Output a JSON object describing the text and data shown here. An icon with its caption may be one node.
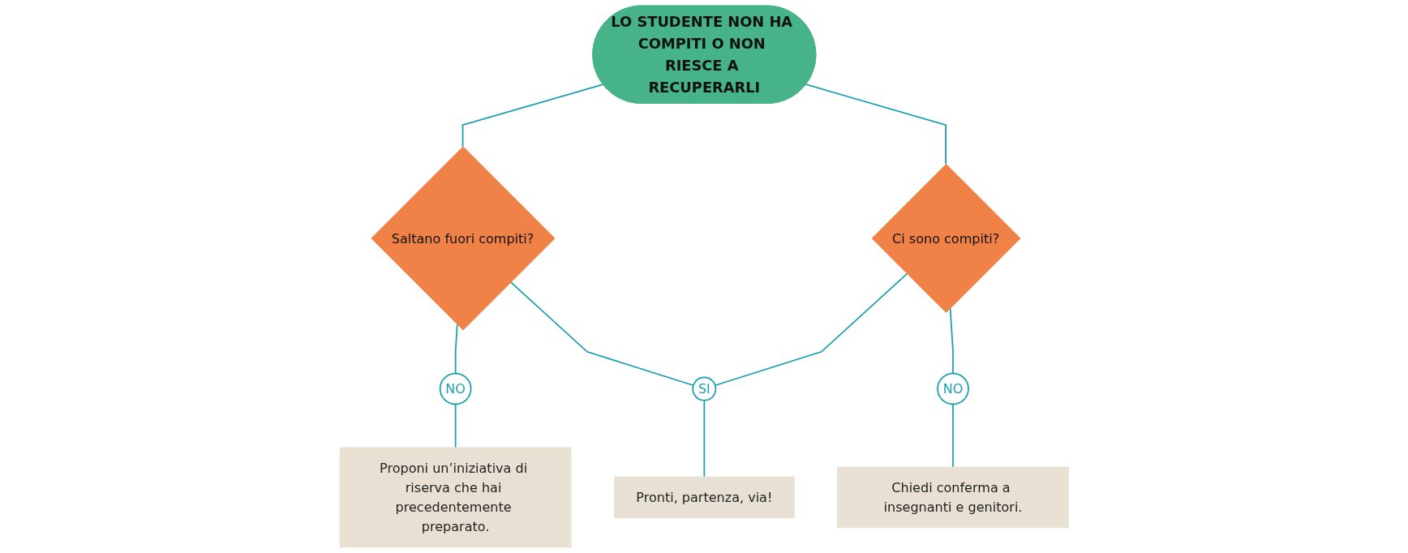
{
  "diagram": {
    "nodes": [
      {
        "text": [
          "LO STUDENTE NON HA COMPITI O NON RIESCE A RECUPERARLI"
        ]
      },
      {
        "text": [
          "Saltano fuori compiti?"
        ]
      },
      {
        "text": [
          "Ci sono compiti?"
        ]
      },
      {
        "text": [
          "Proponi un’iniziativa di riserva che hai precedentemente preparato."
        ]
      },
      {
        "text": [
          "NO"
        ]
      },
      {
        "text": [
          "NO"
        ]
      },
      {
        "text": [
          "Chiedi conferma a insegnanti e genitori."
        ]
      },
      {
        "text": [
          "SI"
        ]
      },
      {
        "text": [
          "Pronti, partenza, via!"
        ]
      }
    ],
    "edges": [
      {
        "from": 0,
        "to": 1,
        "arrow": "none"
      },
      {
        "from": 0,
        "to": 2,
        "arrow": "none"
      },
      {
        "from": 1,
        "to": 4,
        "arrow": "none"
      },
      {
        "from": 4,
        "to": 3,
        "arrow": "none"
      },
      {
        "from": 2,
        "to": 5,
        "arrow": "none"
      },
      {
        "from": 5,
        "to": 6,
        "arrow": "none"
      },
      {
        "from": 1,
        "to": 7,
        "arrow": "none"
      },
      {
        "from": 2,
        "to": 7,
        "arrow": "none"
      },
      {
        "from": 7,
        "to": 8,
        "arrow": "none"
      }
    ]
  }
}
